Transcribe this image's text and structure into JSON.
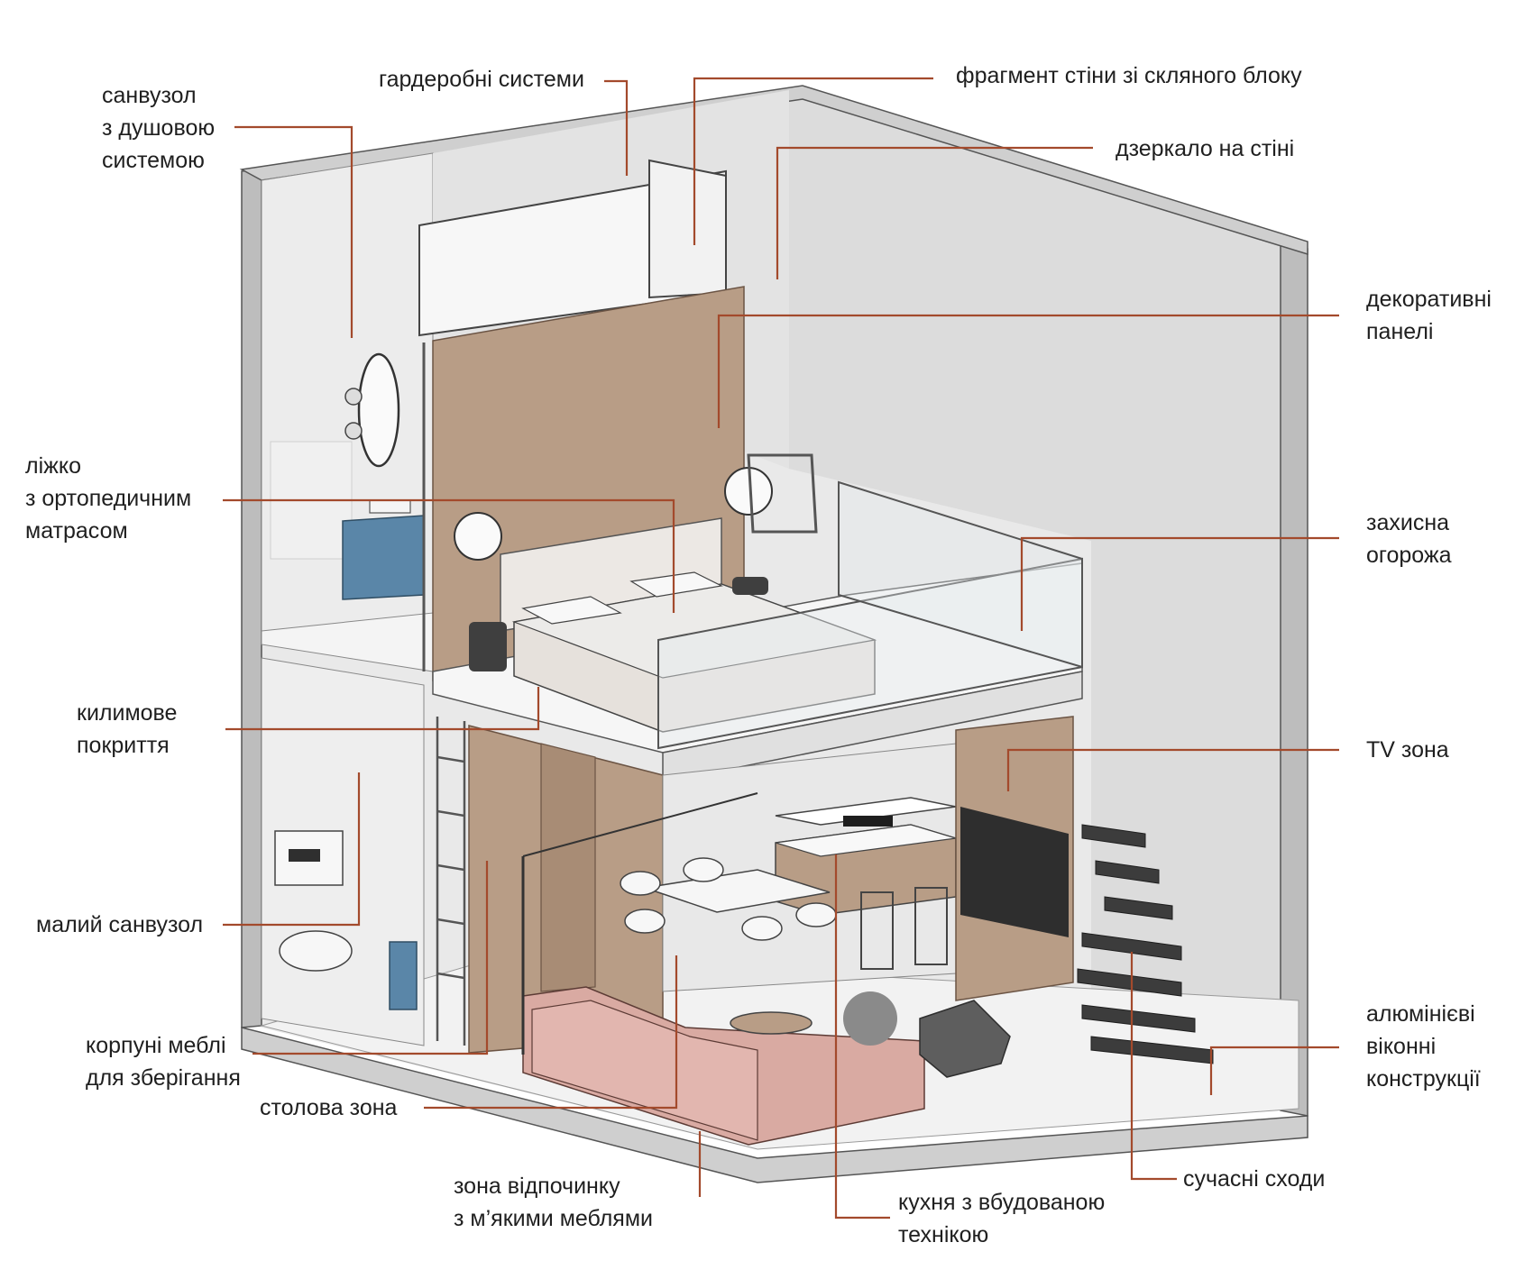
{
  "colors": {
    "leader": "#a34a2c",
    "wall": "#d9d9d9",
    "wall_light": "#e6e6e6",
    "wood": "#b89d86",
    "wood_dark": "#a88c75",
    "floor": "#f4f4f4",
    "sofa": "#d9aaa2",
    "vanity": "#5a86a8",
    "stair": "#3c3c3c",
    "tv": "#2e2e2e"
  },
  "labels": {
    "bathroom_shower": [
      "санвузол",
      "з душовою",
      "системою"
    ],
    "wardrobe": [
      "гардеробні системи"
    ],
    "glass_block": [
      "фрагмент стіни зі скляного блоку"
    ],
    "mirror": [
      "дзеркало на стіні"
    ],
    "panels": [
      "декоративні",
      "панелі"
    ],
    "bed": [
      "ліжко",
      "з ортопедичним",
      "матрасом"
    ],
    "railing": [
      "захисна",
      "огорожа"
    ],
    "carpet": [
      "килимове",
      "покриття"
    ],
    "tv": [
      "TV зона"
    ],
    "small_bathroom": [
      "малий санвузол"
    ],
    "windows": [
      "алюмінієві",
      "віконні",
      "конструкції"
    ],
    "storage": [
      "корпуні меблі",
      "для зберігання"
    ],
    "dining": [
      "столова зона"
    ],
    "stairs": [
      "сучасні сходи"
    ],
    "lounge": [
      "зона відпочинку",
      "з м’якими меблями"
    ],
    "kitchen": [
      "кухня з вбудованою",
      "технікою"
    ]
  }
}
